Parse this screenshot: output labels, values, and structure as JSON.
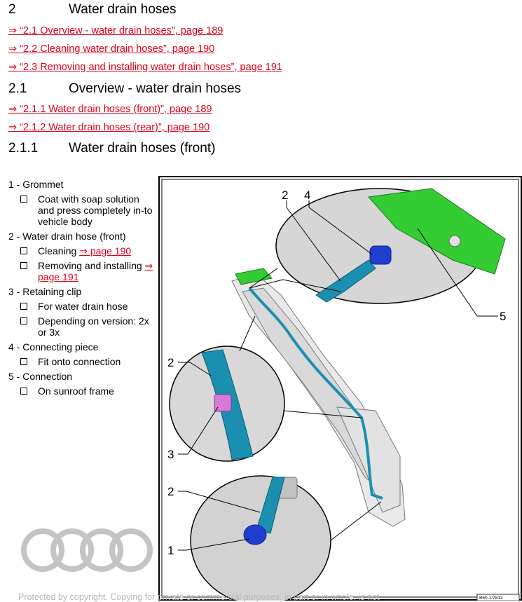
{
  "sections": [
    {
      "number": "2",
      "title": "Water drain hoses"
    },
    {
      "number": "2.1",
      "title": "Overview - water drain hoses"
    },
    {
      "number": "2.1.1",
      "title": "Water drain hoses (front)"
    }
  ],
  "links_top": [
    "⇒ “2.1 Overview - water drain hoses”, page 189",
    "⇒ “2.2 Cleaning water drain hoses”, page 190",
    "⇒ “2.3 Removing and installing water drain hoses”, page 191"
  ],
  "links_mid": [
    "⇒ “2.1.1 Water drain hoses (front)”, page 189",
    "⇒ “2.1.2 Water drain hoses (rear)”, page 190"
  ],
  "legend": {
    "item1": {
      "title": "1 - Grommet",
      "sub1": "Coat with soap solution and press completely in-to vehicle body"
    },
    "item2": {
      "title": "2 - Water drain hose (front)",
      "sub1_text": "Cleaning ",
      "sub1_link": "⇒ page 190",
      "sub2_text": "Removing and installing ",
      "sub2_link": "⇒ page 191"
    },
    "item3": {
      "title": "3 - Retaining clip",
      "sub1": "For water drain hose",
      "sub2": "Depending on version: 2x or 3x"
    },
    "item4": {
      "title": "4 - Connecting piece",
      "sub1": "Fit onto connection"
    },
    "item5": {
      "title": "5 - Connection",
      "sub1": "On sunroof frame"
    }
  },
  "callouts": {
    "c1": "1",
    "c2": "2",
    "c3": "3",
    "c4": "4",
    "c5": "5"
  },
  "figure_code": "B60-1/7812",
  "copyright": "Protected by copyright. Copying for private or commercial purposes, in part or in whole, is not",
  "colors": {
    "link": "#e0001b",
    "hose": "#1a8fb0",
    "green_part": "#33cc33",
    "connector": "#1f3fcf",
    "clip": "#d57ad5"
  }
}
